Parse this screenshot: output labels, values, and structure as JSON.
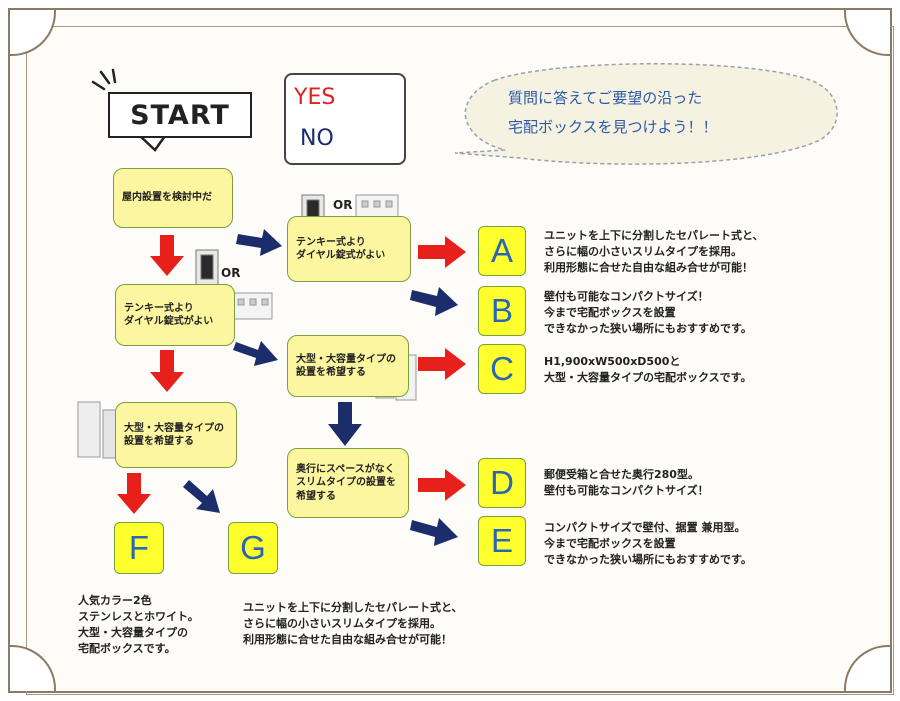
{
  "start": {
    "label": "START"
  },
  "legend": {
    "yes": "YES",
    "no": "NO"
  },
  "bubble": {
    "line1": "質問に答えてご要望の沿った",
    "line2": "宅配ボックスを見つけよう！！"
  },
  "questions": {
    "indoor": "屋内設置を検討中だ",
    "keypad_left": "テンキー式より\nダイヤル錠式がよい",
    "keypad_top": "テンキー式より\nダイヤル錠式がよい",
    "large_mid": "大型・大容量タイプの\n設置を希望する",
    "large_left": "大型・大容量タイプの\n設置を希望する",
    "slim": "奥行にスペースがなく\nスリムタイプの設置を\n希望する"
  },
  "or_label": "OR",
  "answers": {
    "A": {
      "letter": "A",
      "desc": "ユニットを上下に分割したセパレート式と、\nさらに幅の小さいスリムタイプを採用。\n利用形態に合せた自由な組み合せが可能！"
    },
    "B": {
      "letter": "B",
      "desc": "壁付も可能なコンパクトサイズ！\n今まで宅配ボックスを設置\nできなかった狭い場所にもおすすめです。"
    },
    "C": {
      "letter": "C",
      "desc": "H1,900xW500xD500と\n大型・大容量タイプの宅配ボックスです。"
    },
    "D": {
      "letter": "D",
      "desc": "郵便受箱と合せた奥行280型。\n壁付も可能なコンパクトサイズ！"
    },
    "E": {
      "letter": "E",
      "desc": "コンパクトサイズで壁付、据置 兼用型。\n今まで宅配ボックスを設置\nできなかった狭い場所にもおすすめです。"
    },
    "F": {
      "letter": "F",
      "desc": "人気カラー2色\nステンレスとホワイト。\n大型・大容量タイプの\n宅配ボックスです。"
    },
    "G": {
      "letter": "G",
      "desc": "ユニットを上下に分割したセパレート式と、\nさらに幅の小さいスリムタイプを採用。\n利用形態に合せた自由な組み合せが可能！"
    }
  },
  "colors": {
    "yes_arrow": "#e8201c",
    "no_arrow": "#1b2d6b",
    "question_fill": "#fdf6a0",
    "answer_fill": "#ffff2e",
    "answer_text": "#2b66b3",
    "bubble_text": "#2b5aa8"
  }
}
